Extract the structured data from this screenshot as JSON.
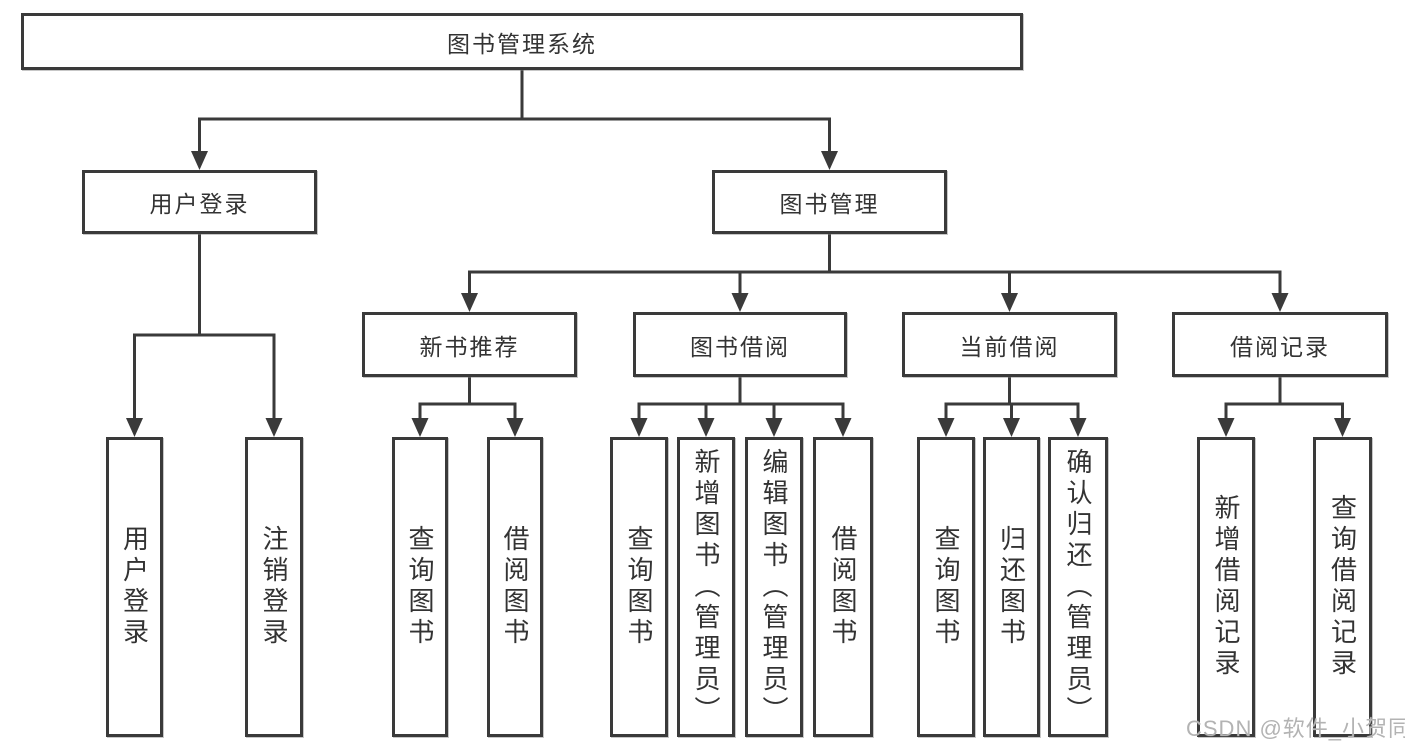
{
  "diagram": {
    "title": "图书管理系统",
    "nodes": [
      {
        "id": "root",
        "label": "图书管理系统"
      },
      {
        "id": "user-login",
        "label": "用户登录"
      },
      {
        "id": "book-management",
        "label": "图书管理"
      },
      {
        "id": "new-book-recommend",
        "label": "新书推荐"
      },
      {
        "id": "book-borrow",
        "label": "图书借阅"
      },
      {
        "id": "current-borrow",
        "label": "当前借阅"
      },
      {
        "id": "borrow-records",
        "label": "借阅记录"
      },
      {
        "id": "user-login-leaf",
        "label": "用户登录"
      },
      {
        "id": "logout-leaf",
        "label": "注销登录"
      },
      {
        "id": "query-books-1",
        "label": "查询图书"
      },
      {
        "id": "borrow-books-1",
        "label": "借阅图书"
      },
      {
        "id": "query-books-2",
        "label": "查询图书"
      },
      {
        "id": "add-book-admin",
        "label": "新增图书（管理员）"
      },
      {
        "id": "edit-book-admin",
        "label": "编辑图书（管理员）"
      },
      {
        "id": "borrow-books-2",
        "label": "借阅图书"
      },
      {
        "id": "query-books-3",
        "label": "查询图书"
      },
      {
        "id": "return-books",
        "label": "归还图书"
      },
      {
        "id": "confirm-return-admin",
        "label": "确认归还（管理员）"
      },
      {
        "id": "add-borrow-record",
        "label": "新增借阅记录"
      },
      {
        "id": "query-borrow-record",
        "label": "查询借阅记录"
      }
    ],
    "edges": [
      [
        "root",
        "user-login"
      ],
      [
        "root",
        "book-management"
      ],
      [
        "user-login",
        "user-login-leaf"
      ],
      [
        "user-login",
        "logout-leaf"
      ],
      [
        "book-management",
        "new-book-recommend"
      ],
      [
        "book-management",
        "book-borrow"
      ],
      [
        "book-management",
        "current-borrow"
      ],
      [
        "book-management",
        "borrow-records"
      ],
      [
        "new-book-recommend",
        "query-books-1"
      ],
      [
        "new-book-recommend",
        "borrow-books-1"
      ],
      [
        "book-borrow",
        "query-books-2"
      ],
      [
        "book-borrow",
        "add-book-admin"
      ],
      [
        "book-borrow",
        "edit-book-admin"
      ],
      [
        "book-borrow",
        "borrow-books-2"
      ],
      [
        "current-borrow",
        "query-books-3"
      ],
      [
        "current-borrow",
        "return-books"
      ],
      [
        "current-borrow",
        "confirm-return-admin"
      ],
      [
        "borrow-records",
        "add-borrow-record"
      ],
      [
        "borrow-records",
        "query-borrow-record"
      ]
    ]
  },
  "watermark": {
    "text": "CSDN @软件_小贺同学"
  },
  "colors": {
    "line": "#3a3a3a",
    "text": "#333333",
    "background": "#ffffff",
    "watermark": "#b3b3b3"
  }
}
